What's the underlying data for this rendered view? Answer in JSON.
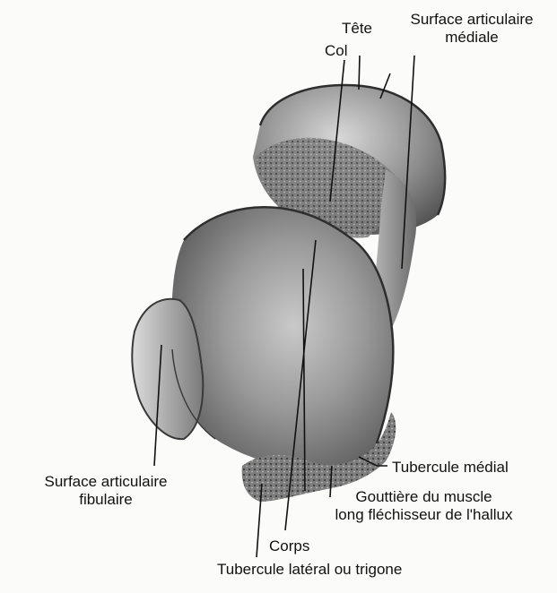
{
  "figure": {
    "labels": {
      "tete": "Tête",
      "col": "Col",
      "surface_articulaire_mediale_1": "Surface articulaire",
      "surface_articulaire_mediale_2": "médiale",
      "surface_articulaire_fibulaire_1": "Surface articulaire",
      "surface_articulaire_fibulaire_2": "fibulaire",
      "tubercule_medial": "Tubercule médial",
      "gouttiere_1": "Gouttière du muscle",
      "gouttiere_2": "long fléchisseur de l'hallux",
      "corps": "Corps",
      "tubercule_lateral": "Tubercule latéral ou trigone"
    },
    "colors": {
      "ink": "#111111",
      "bone_dark": "#5a5a5a",
      "bone_mid": "#8c8c8c",
      "bone_light": "#d6d6d6",
      "paper": "#fbfbfa"
    }
  }
}
